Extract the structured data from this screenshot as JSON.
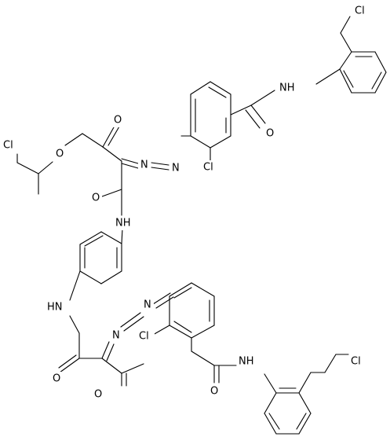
{
  "labels": {
    "cl_ch2_top": "Cl",
    "nh_top": "NH",
    "o_amide_top": "O",
    "cl_ring_top": "Cl",
    "n_azo_top_a": "N",
    "n_azo_top_b": "N",
    "o_ketone_top": "O",
    "cl_ether": "Cl",
    "o_ether": "O",
    "o_amide_mid": "O",
    "nh_mid": "NH",
    "hn_left": "HN",
    "n_azo_bot_a": "N",
    "n_azo_bot_b": "N",
    "cl_ring_bot": "Cl",
    "o_amide_left": "O",
    "o_ketone_bot": "O",
    "o_amide_bot": "O",
    "nh_bot": "NH",
    "cl_ch2_bot": "Cl"
  }
}
